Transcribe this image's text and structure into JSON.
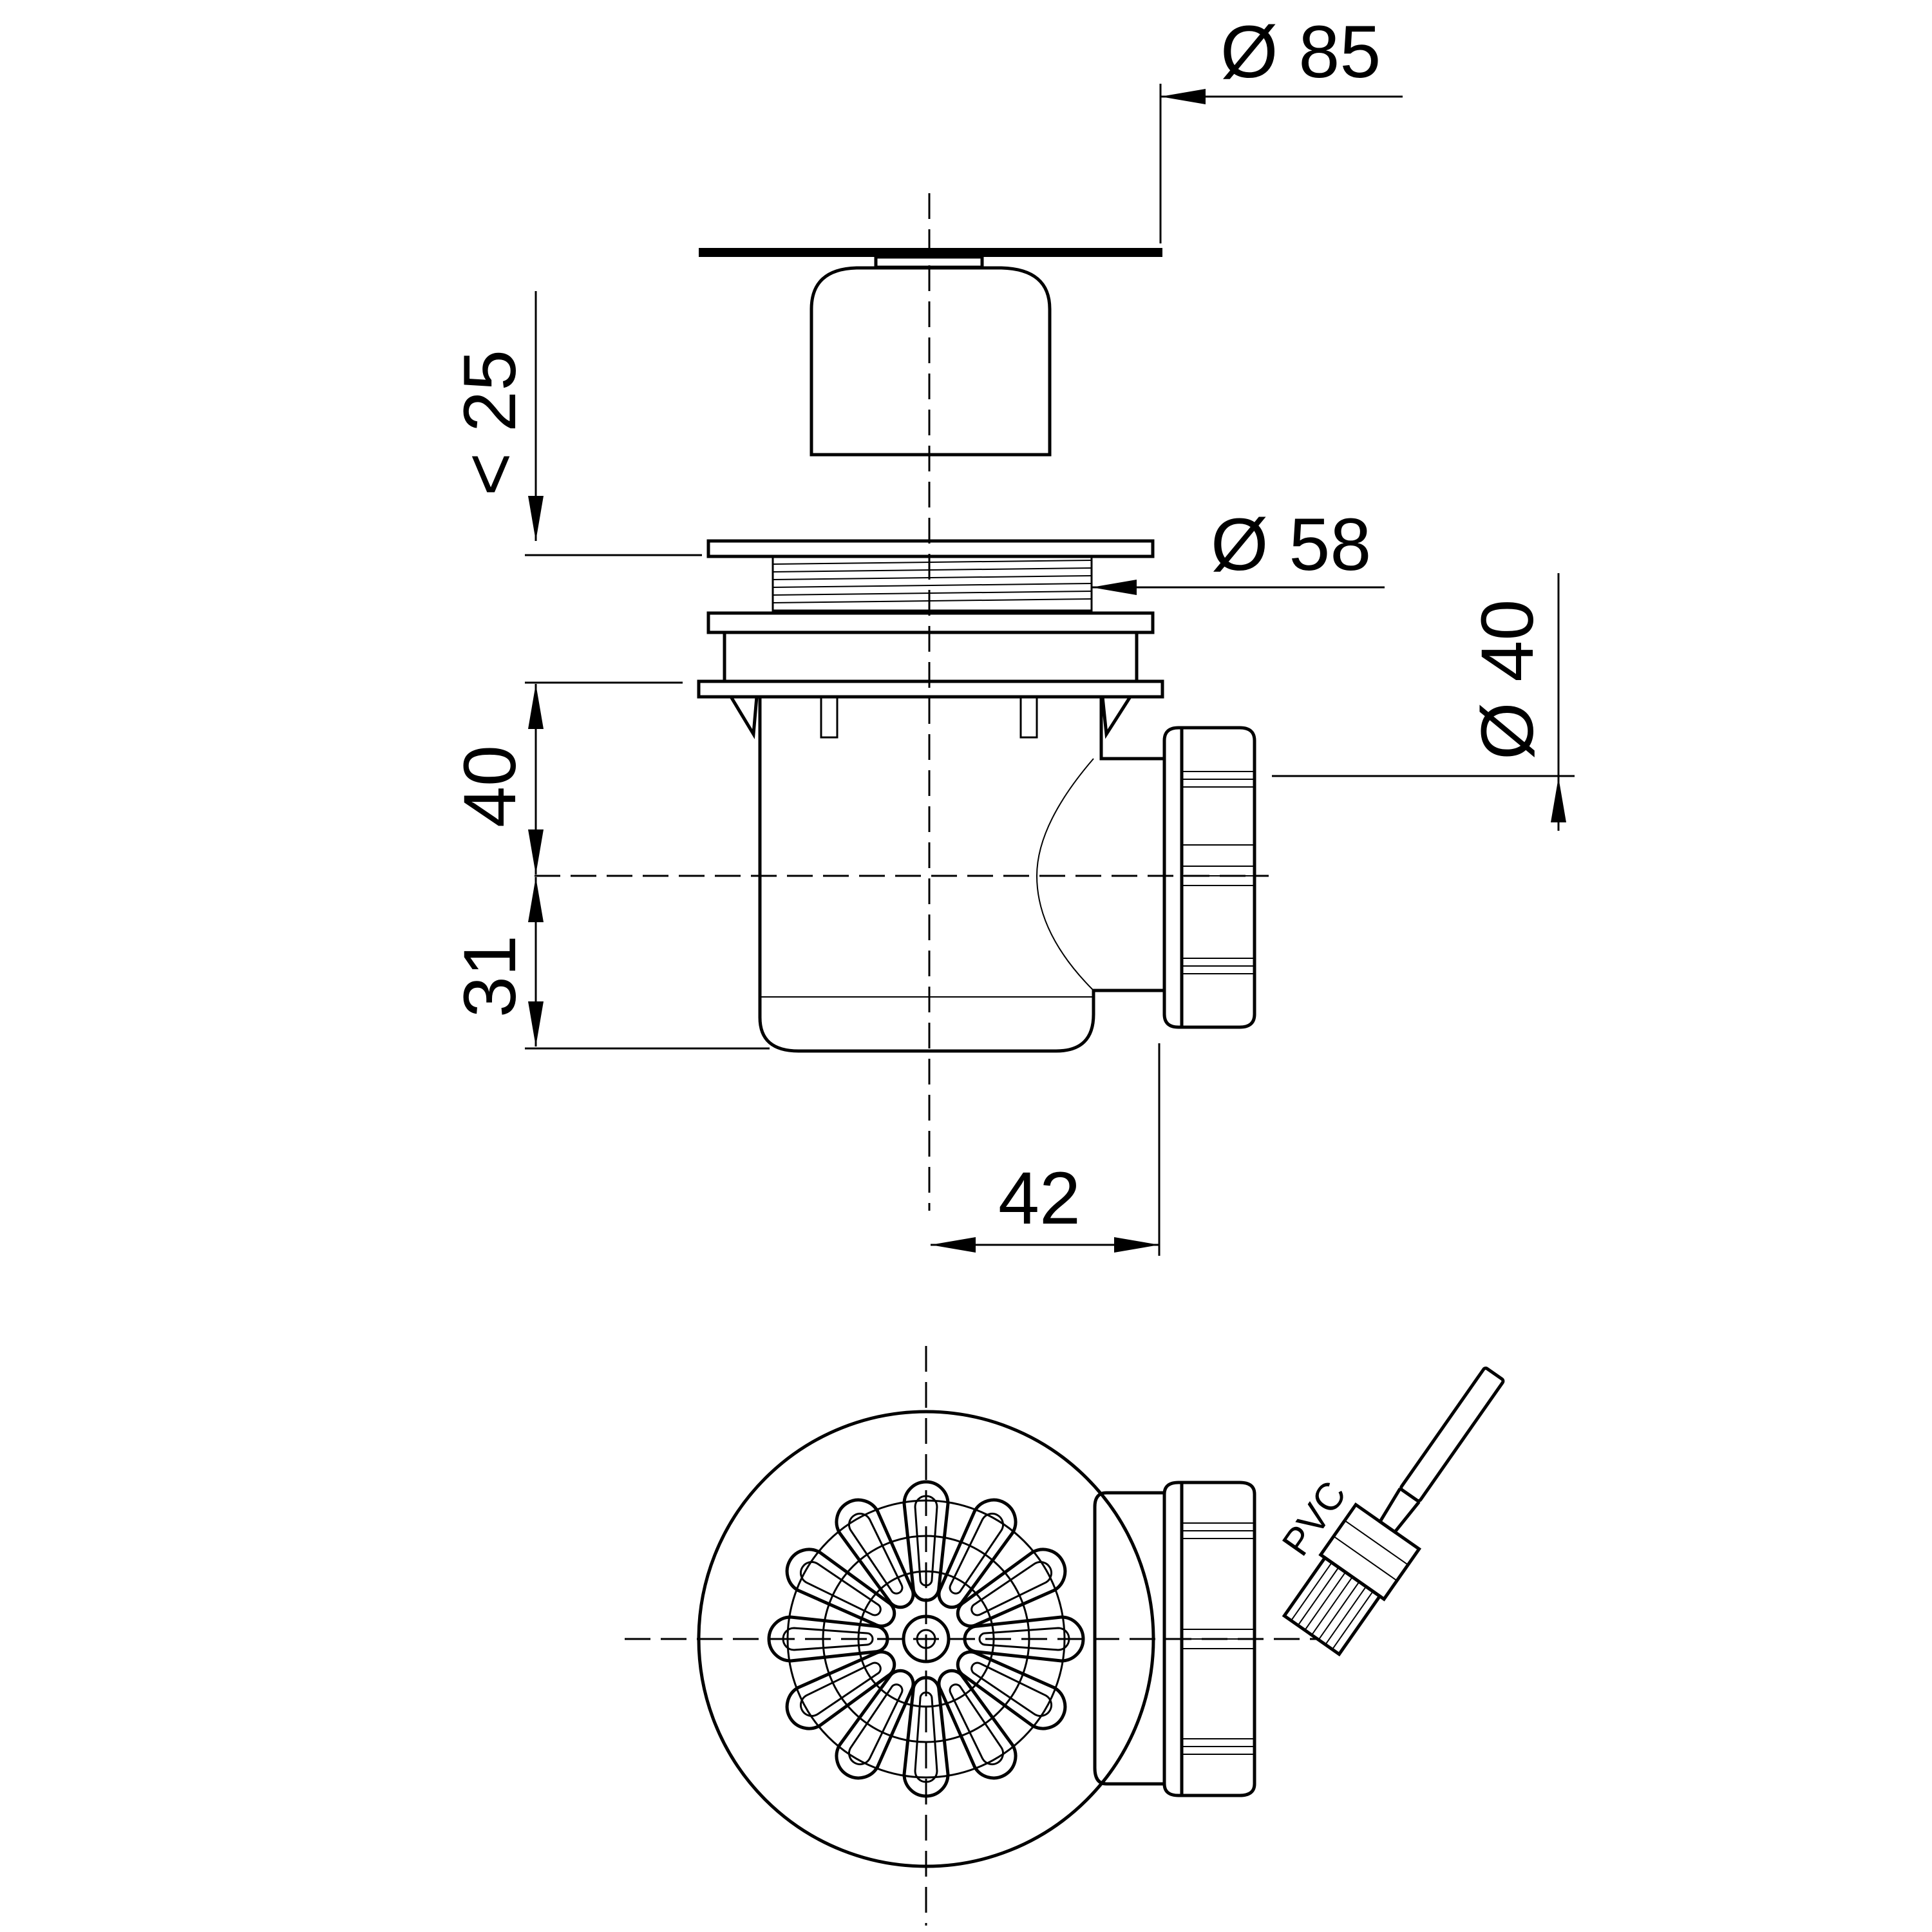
{
  "dimensions": {
    "dia_85": "Ø 85",
    "lt_25": "< 25",
    "dia_58": "Ø 58",
    "dia_40": "Ø 40",
    "h_40": "40",
    "h_31": "31",
    "w_42": "42"
  },
  "annotations": {
    "pvc": "PVC"
  },
  "colors": {
    "line": "#000000",
    "background": "#ffffff"
  }
}
